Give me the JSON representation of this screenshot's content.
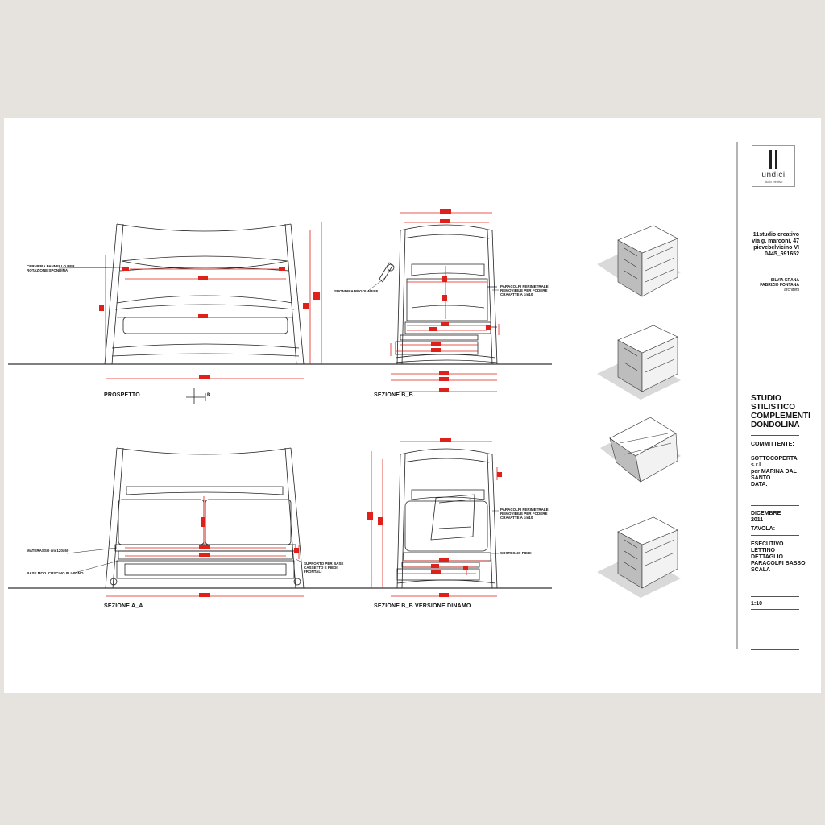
{
  "views": {
    "prospetto": "PROSPETTO",
    "sezione_bb_top": "SEZIONE B_B",
    "sezione_aa": "SEZIONE A_A",
    "sezione_bb_dinamo": "SEZIONE B_B VERSIONE DINAMO",
    "section_mark": "B"
  },
  "notes": {
    "cerniera": "CERNIERA PANNELLO PER\nROTAZIONE SPONDINA",
    "spondina": "SPONDINA REGOLABILE",
    "paracolpi_top": "PARACOLPI PERIMETRALE\nREMOVIBILE PER FODERE\nCRAVATTE A cm10",
    "materasso": "MATERASSO cm 120x60",
    "base": "BASE MOD. CUSCINO IN LEGNO",
    "supporto": "SUPPORTO PER BASE\nCASSETTO E PIEDI\nFRONTALI",
    "paracolpi_bottom": "PARACOLPI PERIMETRALE\nREMOVIBILE PER FODERE\nCRAVATTE A cm10",
    "sostegno": "SOSTEGNO PIEDI"
  },
  "title_block": {
    "logo_text": "undici",
    "logo_sub": "studio creativo",
    "address": [
      "11studio creativo",
      "via g. marconi, 47",
      "pievebelvicino VI",
      "0445_691652"
    ],
    "architects": [
      "SILVIA GRANA",
      "FABRIZIO FONTANA",
      "architetti"
    ],
    "project": [
      "STUDIO",
      "STILISTICO",
      "COMPLEMENTI",
      "DONDOLINA"
    ],
    "committente_label": "COMMITTENTE:",
    "committente": [
      "SOTTOCOPERTA",
      "s.r.l",
      "per MARINA DAL",
      "SANTO"
    ],
    "data_label": "DATA:",
    "data": [
      "DICEMBRE",
      "2011"
    ],
    "tavola_label": "TAVOLA:",
    "tavola": [
      "ESECUTIVO",
      "LETTINO",
      "DETTAGLIO",
      "PARACOLPI BASSO"
    ],
    "scala_label": "SCALA",
    "scala": "1:10"
  },
  "colors": {
    "dimension": "#e0201a",
    "line": "#222222",
    "background": "#e6e2dd"
  }
}
